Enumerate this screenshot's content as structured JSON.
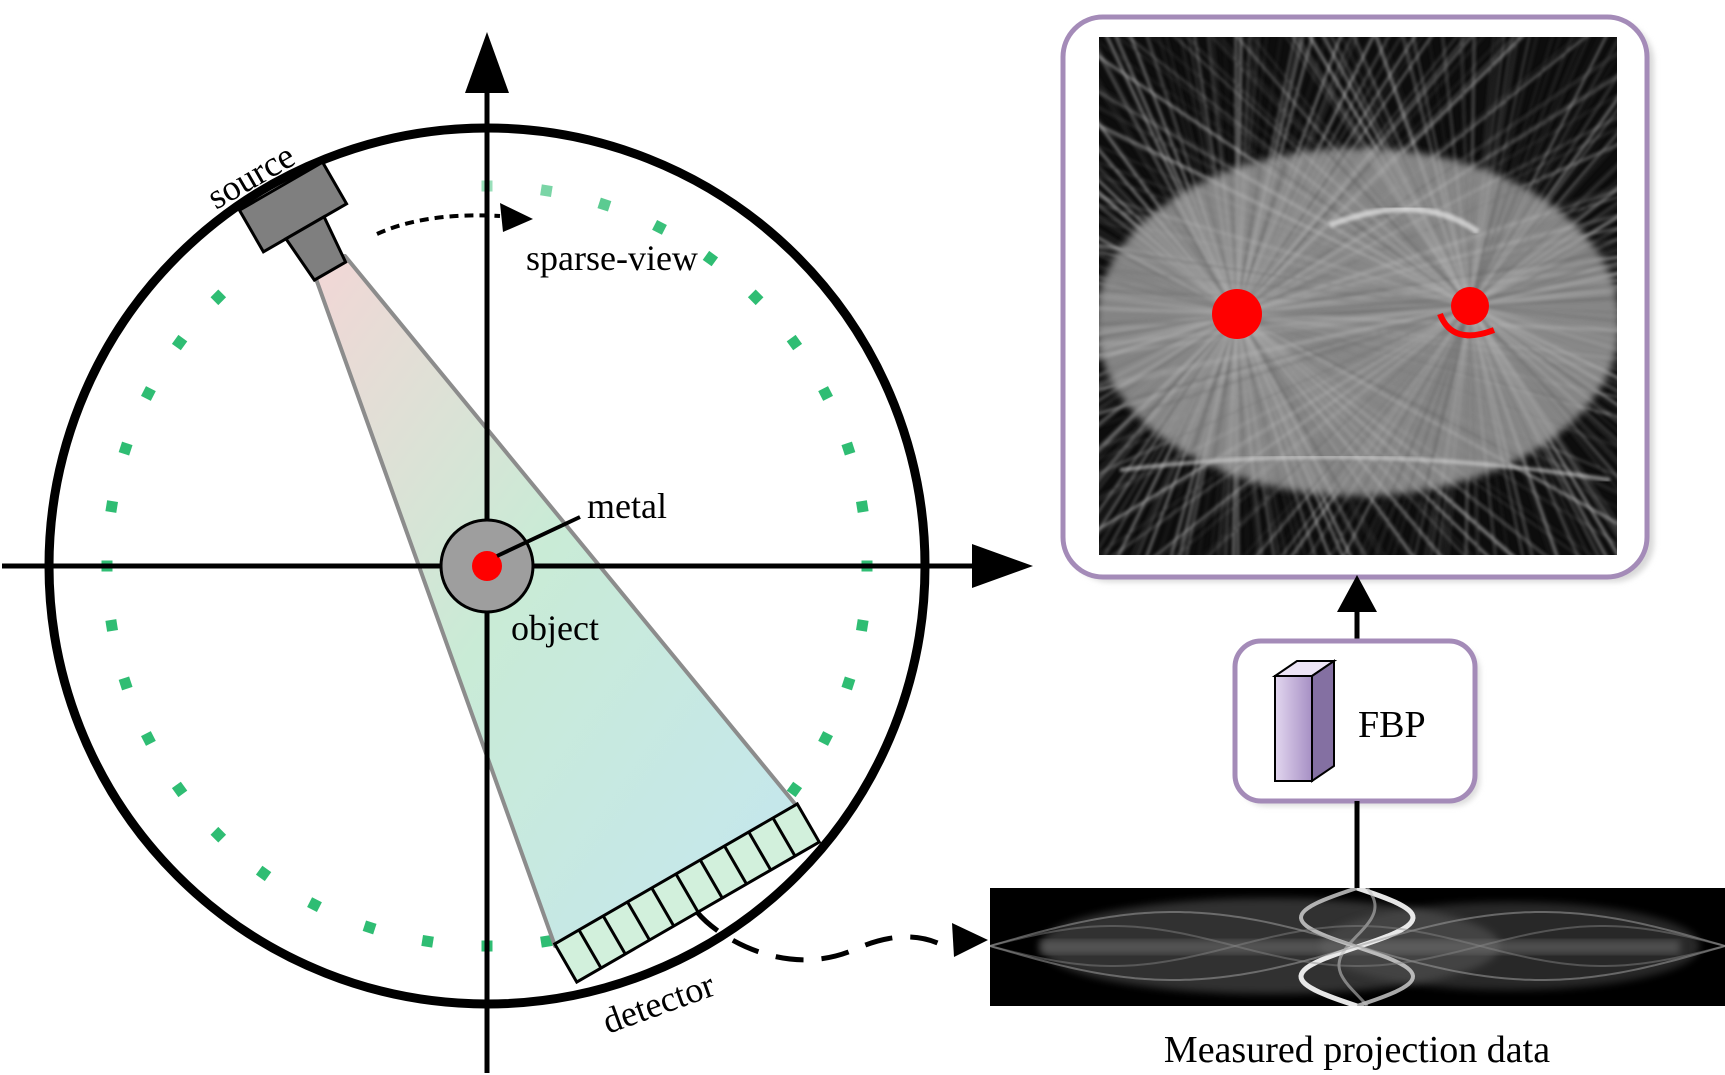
{
  "labels": {
    "source": "source",
    "sparse_view": "sparse-view",
    "metal": "metal",
    "object": "object",
    "detector": "detector",
    "fbp": "FBP",
    "measured": "Measured projection data"
  },
  "colors": {
    "view_marks": "#2fbd73",
    "metal": "#ff0000",
    "object": "#9e9e9e",
    "beam_top": "#f3d6d6",
    "beam_mid": "#c9ebd6",
    "beam_bottom": "#c4e6f0",
    "detector_cell": "#d2f0dc",
    "frame_border": "#a48bb8",
    "filter_block": "#c7b3dd"
  }
}
